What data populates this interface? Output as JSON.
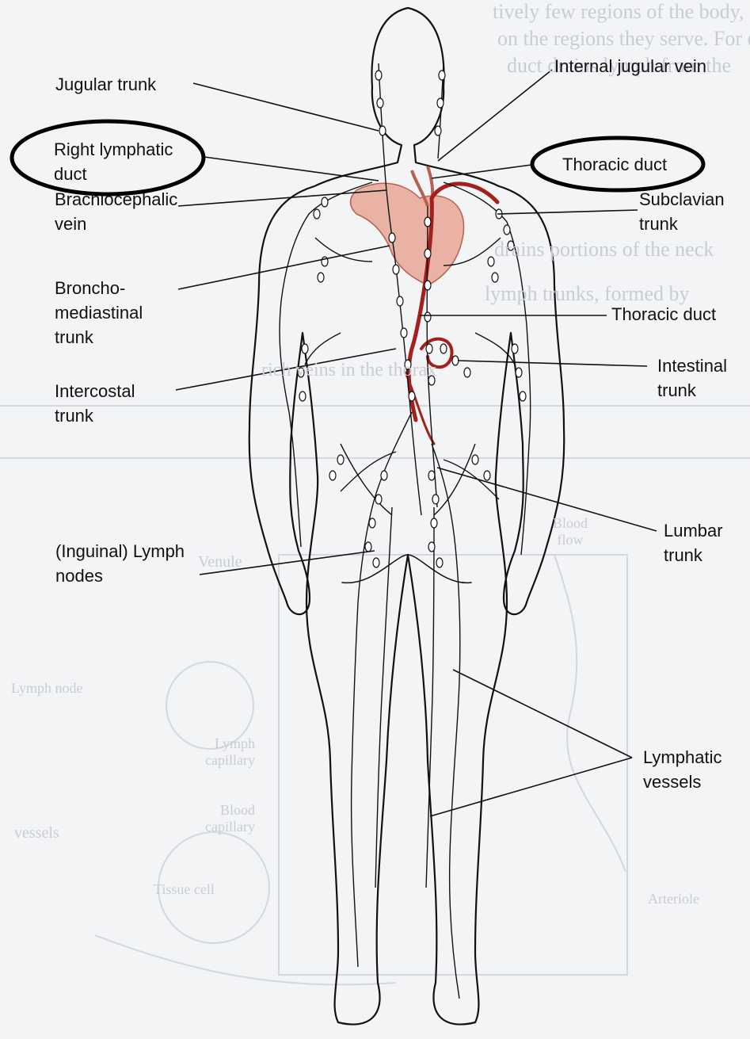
{
  "labels": {
    "jugular_trunk": "Jugular trunk",
    "right_lymphatic_duct": "Right lymphatic duct",
    "brachiocephalic_vein": "Brachiocephalic vein",
    "bronchomediastinal_trunk": "Broncho-mediastinal trunk",
    "intercostal_trunk": "Intercostal trunk",
    "inguinal_lymph_nodes": "(Inguinal) Lymph nodes",
    "internal_jugular_vein": "Internal jugular vein",
    "thoracic_duct_top": "Thoracic duct",
    "subclavian_trunk": "Subclavian trunk",
    "thoracic_duct_mid": "Thoracic duct",
    "intestinal_trunk": "Intestinal trunk",
    "lumbar_trunk": "Lumbar trunk",
    "lymphatic_vessels": "Lymphatic vessels"
  },
  "background_text": {
    "line1": "tively few regions of the body, and",
    "line2": "on the regions they serve. For ex",
    "line3": "duct drains lymph from the",
    "line4": "drains portions of the neck",
    "line5": "lymph trunks, formed by",
    "line6": "rich veins in the thorax",
    "venule": "Venule",
    "lymph_capillary": "Lymph capillary",
    "blood_capillary": "Blood capillary",
    "vessels": "vessels",
    "tissue_cell": "Tissue cell",
    "blood_flow": "Blood flow",
    "lymph_node": "Lymph node",
    "arteriole": "Arteriole"
  },
  "colors": {
    "background": "#f3f4f6",
    "body_outline": "#111111",
    "heart": "#eab2a4",
    "heart_stroke": "#b8614e",
    "duct_red": "#a3201c",
    "ghost_text": "#c9ccd3"
  }
}
